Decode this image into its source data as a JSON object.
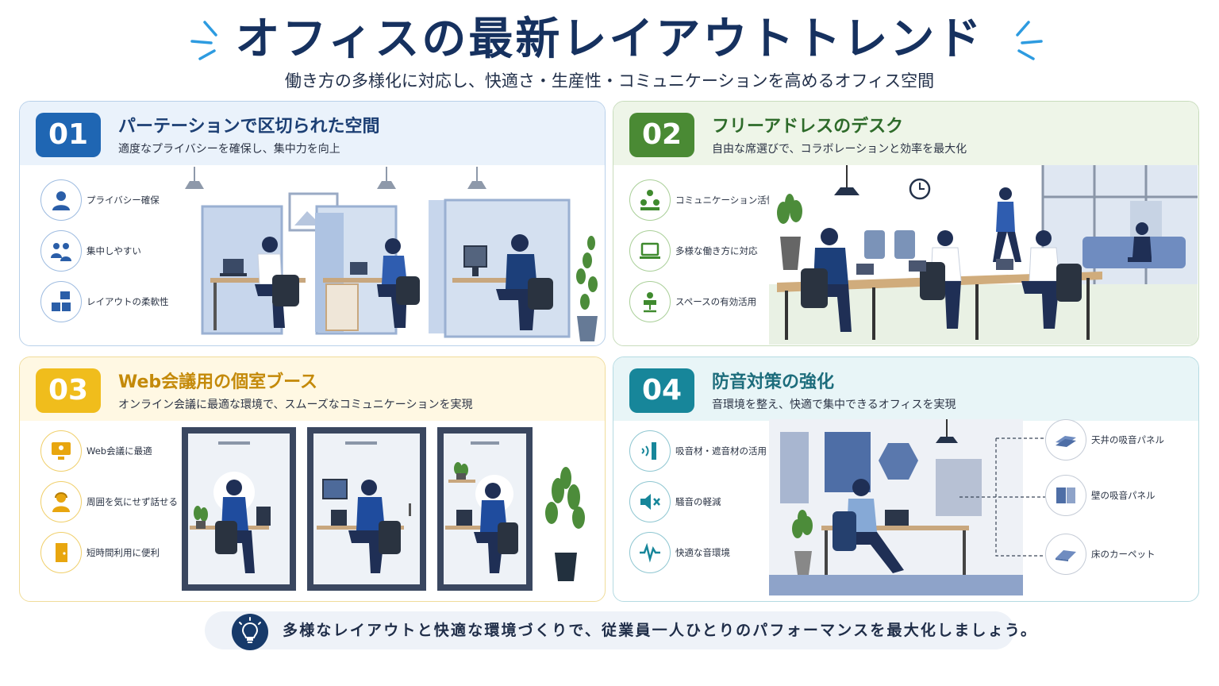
{
  "header": {
    "title": "オフィスの最新レイアウトトレンド",
    "subtitle": "働き方の多様化に対応し、快適さ・生産性・コミュニケーションを高めるオフィス空間"
  },
  "panels": [
    {
      "number": "01",
      "title": "パーテーションで区切られた空間",
      "description": "適度なプライバシーを確保し、集中力を向上",
      "accent": "#1f66b3",
      "features": [
        {
          "label": "プライバシー確保",
          "icon": "person-icon"
        },
        {
          "label": "集中しやすい",
          "icon": "focus-people-icon"
        },
        {
          "label": "レイアウトの柔軟性",
          "icon": "blocks-icon"
        }
      ]
    },
    {
      "number": "02",
      "title": "フリーアドレスのデスク",
      "description": "自由な席選びで、コラボレーションと効率を最大化",
      "accent": "#4a8a34",
      "features": [
        {
          "label": "コミュニケーション活性化",
          "icon": "team-icon"
        },
        {
          "label": "多様な働き方に対応",
          "icon": "laptop-icon"
        },
        {
          "label": "スペースの有効活用",
          "icon": "chair-icon"
        }
      ]
    },
    {
      "number": "03",
      "title": "Web会議用の個室ブース",
      "description": "オンライン会議に最適な環境で、スムーズなコミュニケーションを実現",
      "accent": "#f0bd1c",
      "features": [
        {
          "label": "Web会議に最適",
          "icon": "monitor-person-icon"
        },
        {
          "label": "周囲を気にせず話せる",
          "icon": "headset-person-icon"
        },
        {
          "label": "短時間利用に便利",
          "icon": "door-icon"
        }
      ]
    },
    {
      "number": "04",
      "title": "防音対策の強化",
      "description": "音環境を整え、快適で集中できるオフィスを実現",
      "accent": "#17869a",
      "features": [
        {
          "label": "吸音材・遮音材の活用",
          "icon": "sound-panel-icon"
        },
        {
          "label": "騒音の軽減",
          "icon": "mute-speaker-icon"
        },
        {
          "label": "快適な音環境",
          "icon": "sound-wave-icon"
        }
      ],
      "callouts": [
        {
          "label": "天井の吸音パネル"
        },
        {
          "label": "壁の吸音パネル"
        },
        {
          "label": "床のカーペット"
        }
      ]
    }
  ],
  "footer": {
    "text": "多様なレイアウトと快適な環境づくりで、従業員一人ひとりのパフォーマンスを最大化しましょう。",
    "icon": "lightbulb-icon"
  }
}
